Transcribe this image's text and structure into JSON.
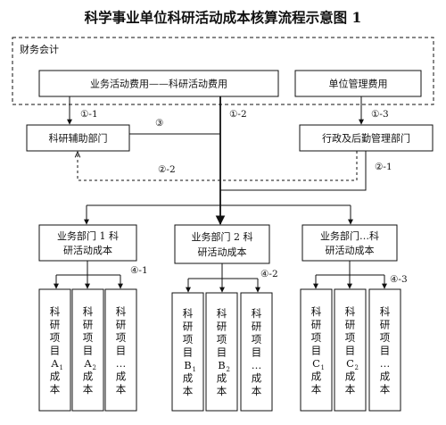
{
  "title": "科学事业单位科研活动成本核算流程示意图 1",
  "finance_dept": "财务会计",
  "business_expense": "业务活动费用——科研活动费用",
  "admin_expense": "单位管理费用",
  "research_aux_dept": "科研辅助部门",
  "admin_logistics_dept": "行政及后勤管理部门",
  "labels": {
    "l1_1": "①-1",
    "l1_2": "①-2",
    "l1_3": "①-3",
    "l2_1": "②-1",
    "l2_2": "②-2",
    "l3": "③",
    "l4_1": "④-1",
    "l4_2": "④-2",
    "l4_3": "④-3"
  },
  "departments": [
    {
      "line1": "业务部门 1 科",
      "line2": "研活动成本"
    },
    {
      "line1": "业务部门 2 科",
      "line2": "研活动成本"
    },
    {
      "line1": "业务部门…科",
      "line2": "研活动成本"
    }
  ],
  "projects": [
    {
      "prefix": "科研项目",
      "main": "A",
      "sub": "1",
      "suffix": "成本"
    },
    {
      "prefix": "科研项目",
      "main": "A",
      "sub": "2",
      "suffix": "成本"
    },
    {
      "prefix": "科研项目",
      "main": "…",
      "sub": "",
      "suffix": "成本"
    },
    {
      "prefix": "科研项目",
      "main": "B",
      "sub": "1",
      "suffix": "成本"
    },
    {
      "prefix": "科研项目",
      "main": "B",
      "sub": "2",
      "suffix": "成本"
    },
    {
      "prefix": "科研项目",
      "main": "…",
      "sub": "",
      "suffix": "成本"
    },
    {
      "prefix": "科研项目",
      "main": "C",
      "sub": "1",
      "suffix": "成本"
    },
    {
      "prefix": "科研项目",
      "main": "C",
      "sub": "2",
      "suffix": "成本"
    },
    {
      "prefix": "科研项目",
      "main": "…",
      "sub": "",
      "suffix": "成本"
    }
  ]
}
